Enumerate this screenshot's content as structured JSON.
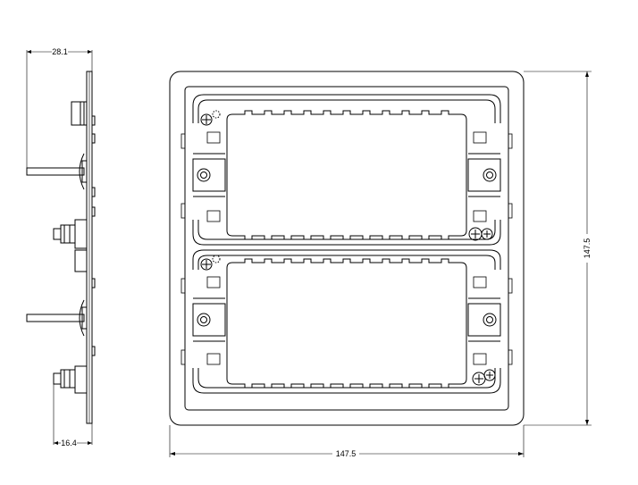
{
  "dimensions": {
    "side_depth_top": "28.1",
    "side_depth_bottom": "16.4",
    "front_width": "147.5",
    "front_height": "147.5"
  },
  "colors": {
    "line": "#000000",
    "background": "#ffffff"
  }
}
